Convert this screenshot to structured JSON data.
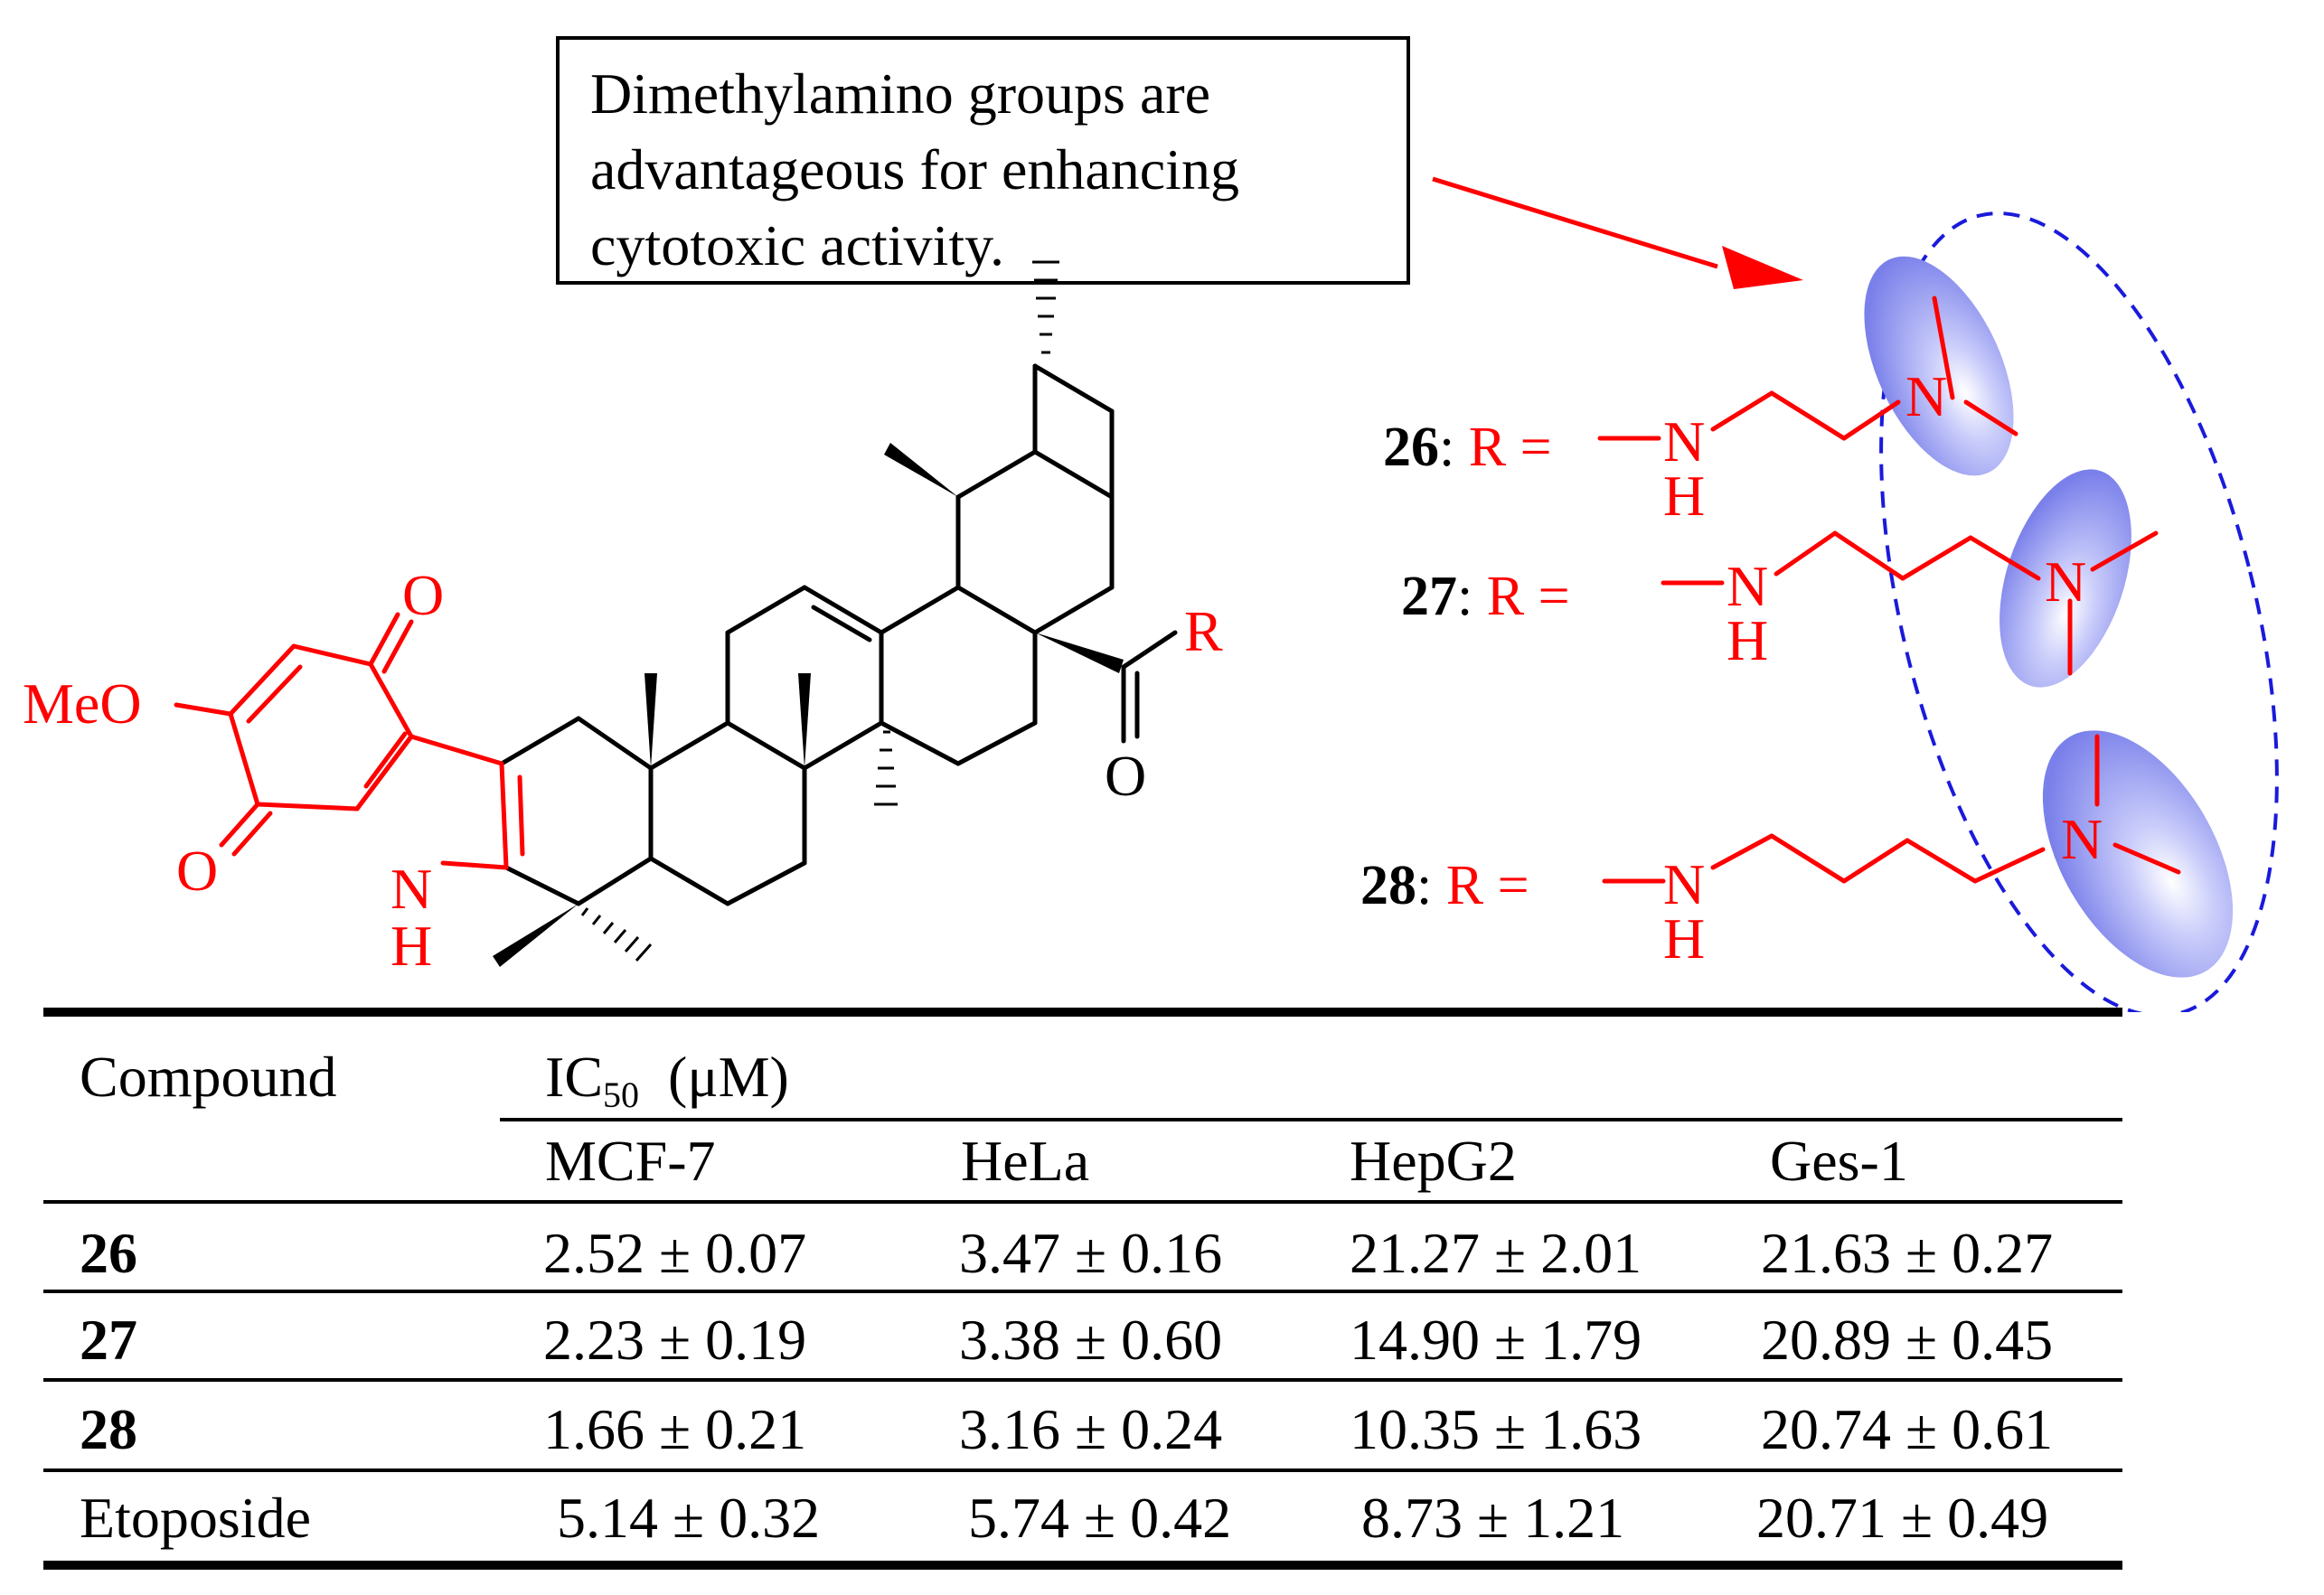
{
  "callout": {
    "lines": [
      "Dimethylamino groups are",
      "advantageous for enhancing",
      "cytotoxic activity."
    ]
  },
  "structure": {
    "labels": {
      "meo": "MeO",
      "o_top": "O",
      "o_left": "O",
      "nh_n": "N",
      "nh_h": "H",
      "carbonyl_o": "O",
      "r": "R"
    }
  },
  "substituents": [
    {
      "id": "26",
      "eq": ": ",
      "r": "R =",
      "nh_n": "N",
      "nh_h": "H",
      "nme2": "N"
    },
    {
      "id": "27",
      "eq": ": ",
      "r": "R =",
      "nh_n": "N",
      "nh_h": "H",
      "nme2": "N"
    },
    {
      "id": "28",
      "eq": ": ",
      "r": "R =",
      "nh_n": "N",
      "nh_h": "H",
      "nme2": "N"
    }
  ],
  "table": {
    "compound_header": "Compound",
    "ic50_label": "IC",
    "ic50_sub": "50",
    "ic50_unit": "(μM)",
    "columns": [
      "MCF-7",
      "HeLa",
      "HepG2",
      "Ges-1"
    ],
    "rows": [
      {
        "compound": "26",
        "bold": true,
        "values": [
          "2.52 ± 0.07",
          "3.47 ± 0.16",
          "21.27 ± 2.01",
          "21.63 ± 0.27"
        ]
      },
      {
        "compound": "27",
        "bold": true,
        "values": [
          "2.23 ± 0.19",
          "3.38 ± 0.60",
          "14.90 ± 1.79",
          "20.89 ± 0.45"
        ]
      },
      {
        "compound": "28",
        "bold": true,
        "values": [
          "1.66 ± 0.21",
          "3.16 ± 0.24",
          "10.35 ± 1.63",
          "20.74 ± 0.61"
        ]
      },
      {
        "compound": "Etoposide",
        "bold": false,
        "values": [
          "5.14 ± 0.32",
          "5.74 ± 0.42",
          "8.73 ± 1.21",
          "20.71 ± 0.49"
        ]
      }
    ]
  },
  "colors": {
    "red": "#ff0000",
    "blue_dash": "#1a1adc",
    "ellipse": "#8a8ff0"
  }
}
